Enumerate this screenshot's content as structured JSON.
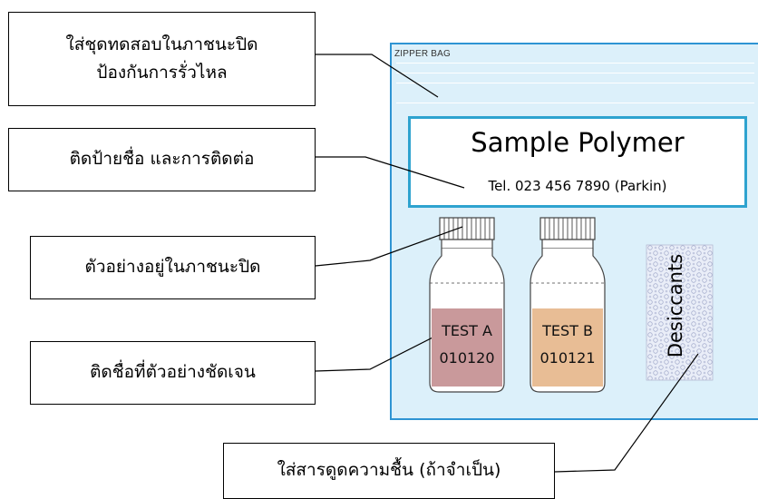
{
  "callouts": [
    {
      "lines": [
        "ใส่ชุดทดสอบในภาชนะปิด",
        "ป้องกันการรั่วไหล"
      ]
    },
    {
      "lines": [
        "ติดป้ายชื่อ และการติดต่อ"
      ]
    },
    {
      "lines": [
        "ตัวอย่างอยู่ในภาชนะปิด"
      ]
    },
    {
      "lines": [
        "ติดชื่อที่ตัวอย่างชัดเจน"
      ]
    },
    {
      "lines": [
        "ใส่สารดูดความชื้น (ถ้าจำเป็น)"
      ]
    }
  ],
  "bag": {
    "label": "ZIPPER BAG"
  },
  "label_card": {
    "title": "Sample Polymer",
    "tel": "Tel. 023 456 7890 (Parkin)"
  },
  "bottles": [
    {
      "name": "TEST A",
      "code": "010120",
      "label_color": "#c9999b"
    },
    {
      "name": "TEST B",
      "code": "010121",
      "label_color": "#e8bd95"
    }
  ],
  "desiccant": {
    "label": "Desiccants"
  },
  "colors": {
    "bag_border": "#2e94d3",
    "bag_fill": "#dcf0fa",
    "card_border": "#2ea3cf"
  }
}
